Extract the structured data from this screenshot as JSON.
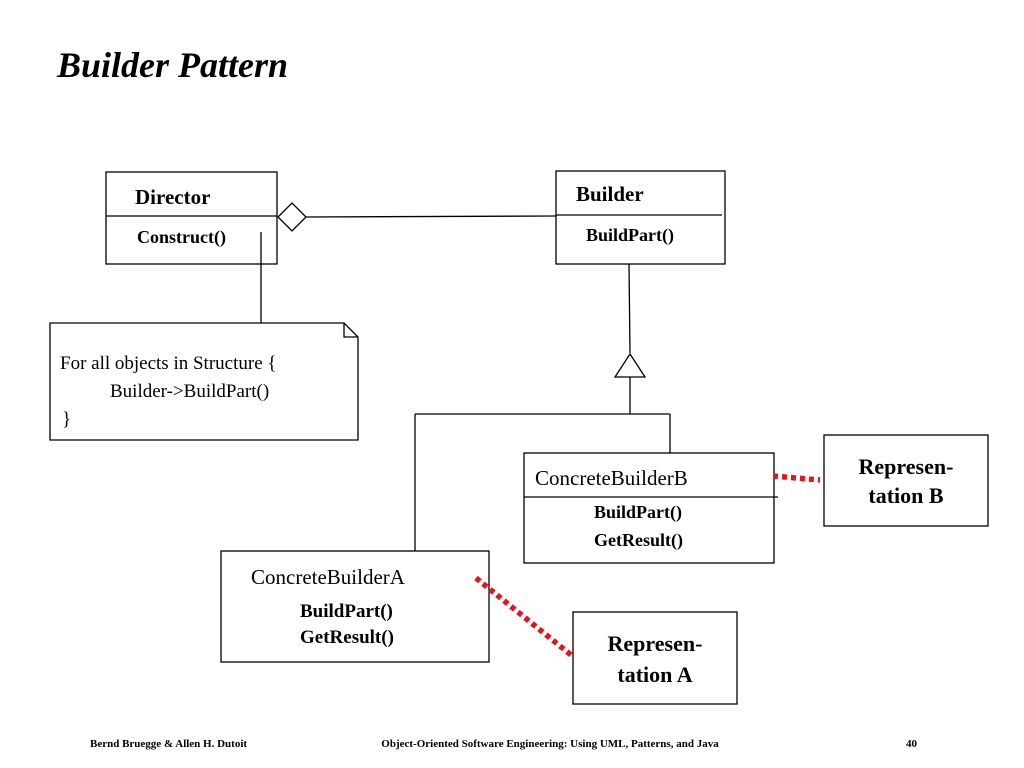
{
  "title": "Builder Pattern",
  "classes": {
    "director": {
      "name": "Director",
      "operations": [
        "Construct()"
      ]
    },
    "builder": {
      "name": "Builder",
      "operations": [
        "BuildPart()"
      ]
    },
    "concrete_builder_b": {
      "name": "ConcreteBuilderB",
      "operations": [
        "BuildPart()",
        "GetResult()"
      ]
    },
    "concrete_builder_a": {
      "name": "ConcreteBuilderA",
      "operations": [
        "BuildPart()",
        "GetResult()"
      ]
    }
  },
  "note": {
    "lines": [
      "For all objects in  Structure {",
      "Builder->BuildPart()",
      "}"
    ]
  },
  "representations": {
    "b": {
      "lines": [
        "Represen-",
        "tation B"
      ]
    },
    "a": {
      "lines": [
        "Represen-",
        "tation A"
      ]
    }
  },
  "colors": {
    "dependency_line": "#e0161b",
    "stroke": "#000000"
  },
  "footer": {
    "authors": "Bernd Bruegge & Allen H. Dutoit",
    "book": "Object-Oriented Software Engineering: Using UML, Patterns, and Java",
    "page": "40"
  }
}
